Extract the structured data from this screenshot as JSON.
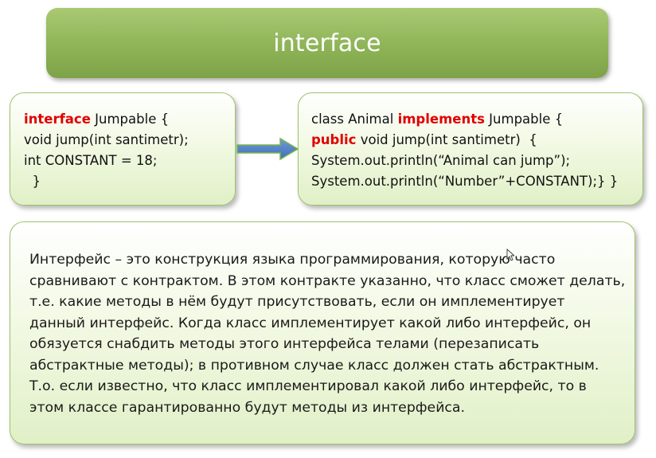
{
  "title": "interface",
  "left_code": {
    "line1_keyword": "interface",
    "line1_rest": " Jumpable {",
    "line2": "void jump(int santimetr);",
    "line3": "int CONSTANT = 18;",
    "line4": "  }"
  },
  "right_code": {
    "line1_pre": "class Animal ",
    "line1_keyword": "implements",
    "line1_post": " Jumpable {",
    "line2_keyword": "public",
    "line2_rest": " void jump(int santimetr)  {",
    "line3": "System.out.println(“Animal can jump”);",
    "line4": "System.out.println(“Number”+CONSTANT);} }"
  },
  "description": {
    "lines": [
      "Интерфейс – это конструкция языка программирования, которую часто",
      "сравнивают с контрактом. В этом контракте указанно, что класс сможет делать,",
      "т.е. какие методы в нём будут присутствовать, если он имплементирует",
      "данный интерфейс. Когда класс имплементирует какой либо интерфейс, он",
      "обязуется снабдить методы этого интерфейса телами (перезаписать",
      "абстрактные методы); в противном случае класс должен стать абстрактным.",
      "Т.о. если известно, что класс имплементировал какой либо интерфейс, то в",
      "этом классе гарантированно будут методы из интерфейса."
    ]
  },
  "colors": {
    "title_green": "#8eb457",
    "box_border": "#9cc36a",
    "keyword_red": "#e00000",
    "arrow_blue": "#4f7fc4",
    "arrow_outline": "#7ab648"
  },
  "icons": {
    "arrow": "right-arrow-icon",
    "cursor": "mouse-pointer-icon"
  }
}
